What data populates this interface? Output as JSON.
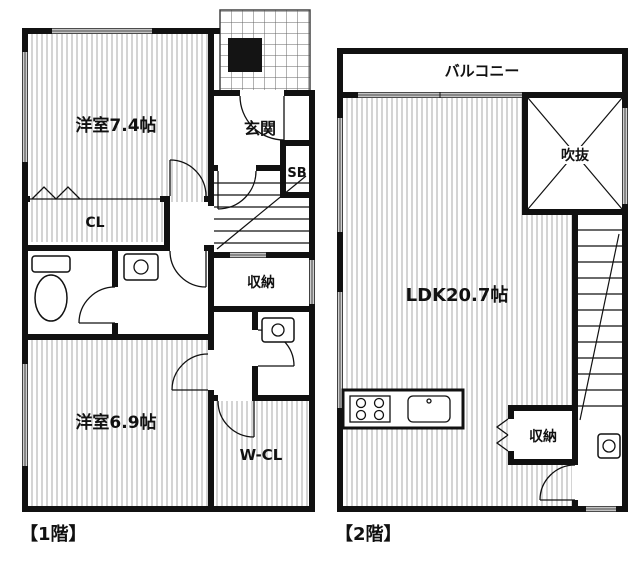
{
  "page": {
    "background": "#ffffff"
  },
  "colors": {
    "wall": "#111111",
    "floor_hatch": "#a9a9a9",
    "porch_grid": "#666666"
  },
  "floor1": {
    "caption": "【1階】",
    "room1": "洋室7.4帖",
    "entrance": "玄関",
    "shoe_box": "SB",
    "closet": "CL",
    "storage": "収納",
    "room2": "洋室6.9帖",
    "walk_in_closet": "W-CL"
  },
  "floor2": {
    "caption": "【2階】",
    "balcony": "バルコニー",
    "atrium": "吹抜",
    "ldk": "LDK20.7帖",
    "storage": "収納"
  }
}
